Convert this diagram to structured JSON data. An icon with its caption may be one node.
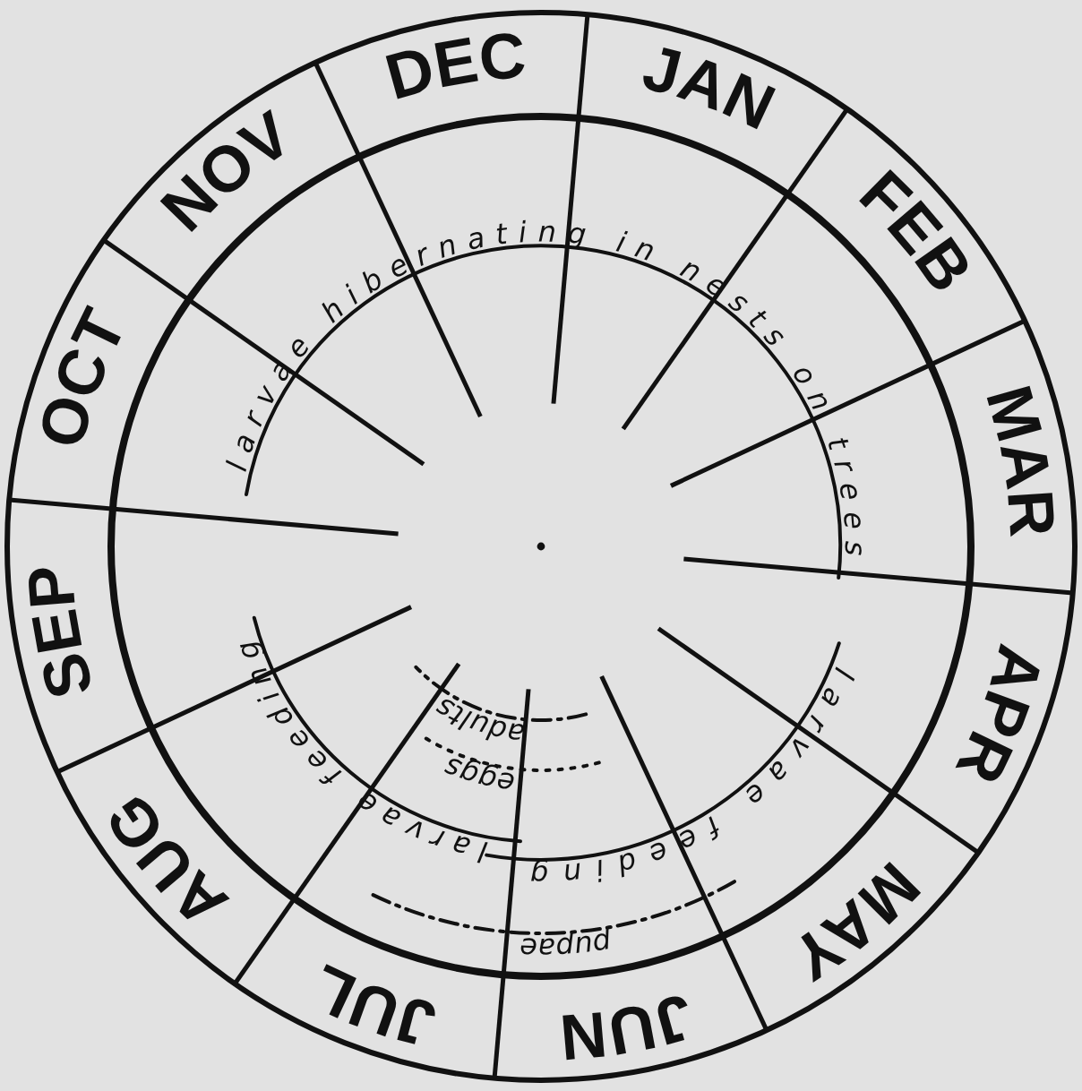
{
  "diagram": {
    "labels": [
      "JAN",
      "FEB",
      "MAR",
      "APR",
      "MAY",
      "JUN",
      "JUL",
      "AUG",
      "SEP",
      "OCT",
      "NOV",
      "DEC",
      "larvae hibernating in nests on trees",
      "larvae feeding",
      "pupae",
      "adults",
      "eggs",
      "larvae feeding"
    ]
  }
}
